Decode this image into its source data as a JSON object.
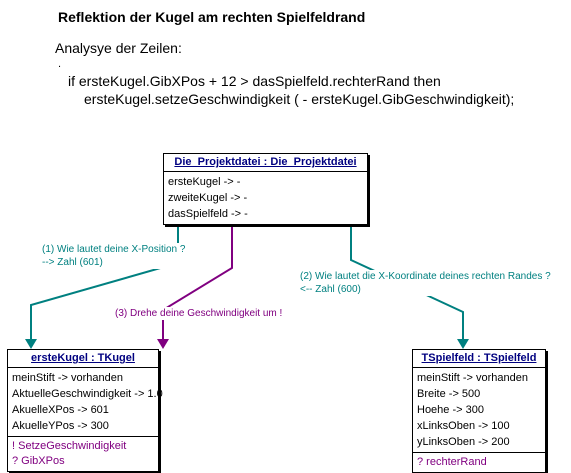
{
  "title": "Reflektion der Kugel am rechten Spielfeldrand",
  "subtitle": "Analysye der Zeilen:",
  "dot": ".",
  "code": {
    "line1": "if ersteKugel.GibXPos + 12 > dasSpielfeld.rechterRand    then",
    "line2": "ersteKugel.setzeGeschwindigkeit ( - ersteKugel.GibGeschwindigkeit);"
  },
  "objects": {
    "projekt": {
      "header": "Die_Projektdatei : Die_Projektdatei",
      "attrs": [
        "ersteKugel -> -",
        "zweiteKugel -> -",
        "dasSpielfeld -> -"
      ]
    },
    "kugel": {
      "header": "ersteKugel : TKugel",
      "attrs": [
        "meinStift -> vorhanden",
        "AktuelleGeschwindigkeit -> 1.0",
        "AkuelleXPos -> 601",
        "AkuelleYPos -> 300"
      ],
      "methods": [
        "! SetzeGeschwindigkeit",
        "? GibXPos"
      ]
    },
    "spielfeld": {
      "header": "TSpielfeld : TSpielfeld",
      "attrs": [
        "meinStift -> vorhanden",
        "Breite -> 500",
        "Hoehe -> 300",
        "xLinksOben -> 100",
        "yLinksOben -> 200"
      ],
      "methods": [
        "? rechterRand"
      ]
    }
  },
  "messages": {
    "m1": {
      "line1": "(1) Wie lautet deine X-Position ?",
      "line2": "--> Zahl (601)"
    },
    "m2": {
      "line1": "(2) Wie lautet die X-Koordinate deines rechten Randes ?",
      "line2": "<-- Zahl (600)"
    },
    "m3": {
      "line1": "(3) Drehe deine Geschwindigkeit um !"
    }
  },
  "colors": {
    "query": "#008080",
    "command": "#800080",
    "header": "#000080"
  }
}
